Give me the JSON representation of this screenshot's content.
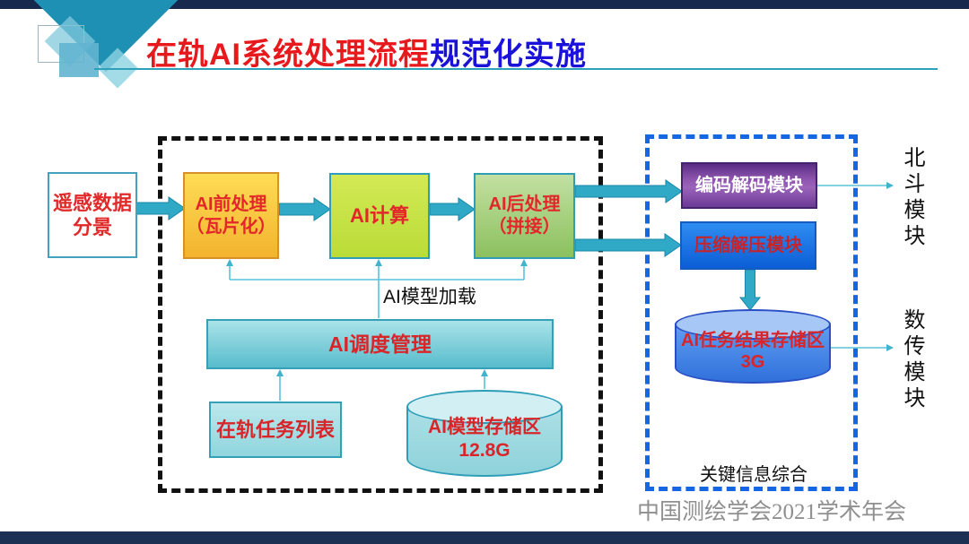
{
  "title": {
    "segment_red": "在轨AI系统处理流程",
    "segment_blue": "规范化实施"
  },
  "watermark": "中国测绘学会2021学术年会",
  "colors": {
    "title_red": "#e8191c",
    "title_blue": "#1a12d8",
    "top_bar_navy": "#17294d",
    "accent_teal": "#1e90b3",
    "block_arrow_teal": "#2fa9c6",
    "connector_teal": "#58c3da",
    "dashed_frame_black": "#111111",
    "dashed_frame_blue": "#1566e2",
    "node_text_red": "#e02a2a"
  },
  "diagram": {
    "input_box": {
      "line1": "遥感数据",
      "line2": "分景"
    },
    "preprocess_box": {
      "line1": "AI前处理",
      "line2": "（瓦片化）"
    },
    "compute_box": {
      "label": "AI计算"
    },
    "postprocess_box": {
      "line1": "AI后处理",
      "line2": "（拼接）"
    },
    "model_load_label": "AI模型加载",
    "scheduler_bar": {
      "label": "AI调度管理"
    },
    "task_list_box": {
      "label": "在轨任务列表"
    },
    "model_storage_cylinder": {
      "line1": "AI模型存储区",
      "line2": "12.8G"
    },
    "encode_decode_box": {
      "label": "编码解码模块"
    },
    "compress_box": {
      "label": "压缩解压模块"
    },
    "result_storage_cylinder": {
      "line1": "AI任务结果存储区",
      "line2": "3G"
    },
    "key_info_label": "关键信息综合",
    "beidou_label": "北斗模块",
    "data_transmission_label": "数传模块"
  }
}
